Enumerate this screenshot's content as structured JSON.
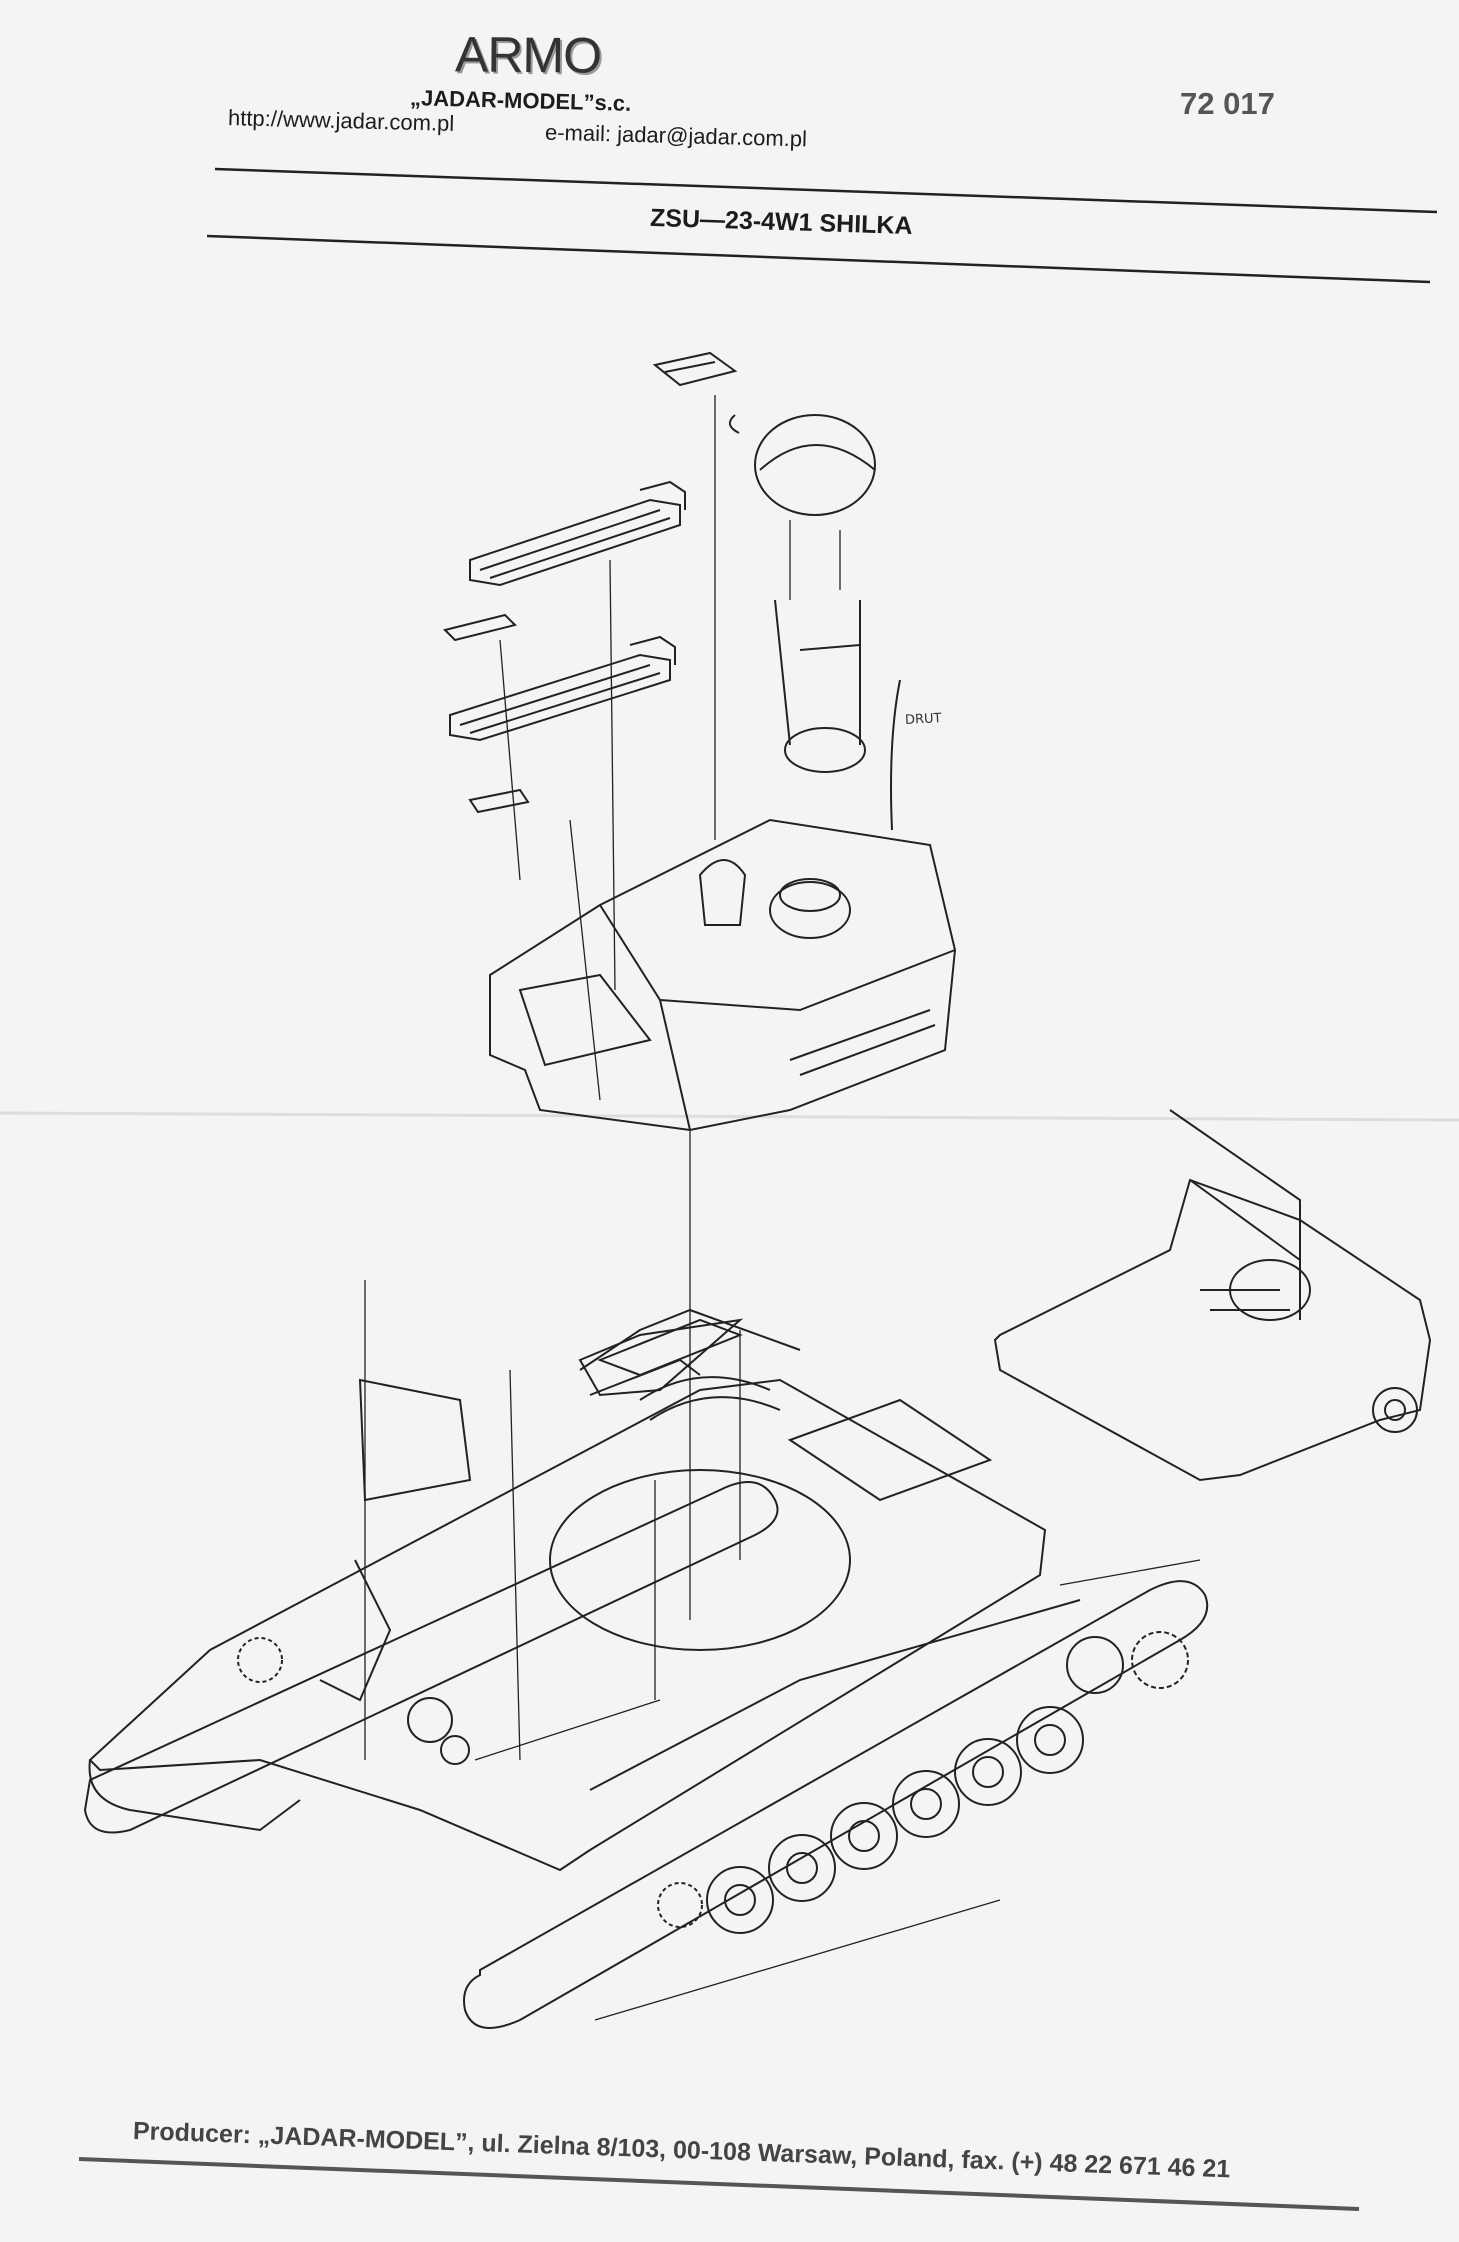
{
  "header": {
    "brand": "ARMO",
    "company": "„JADAR-MODEL”s.c.",
    "website": "http://www.jadar.com.pl",
    "email": "e-mail: jadar@jadar.com.pl",
    "kit_number": "72 017"
  },
  "title": "ZSU—23-4W1 SHILKA",
  "diagram": {
    "wire_label": "DRUT"
  },
  "footer": {
    "producer": "Producer: „JADAR-MODEL”, ul. Zielna 8/103, 00-108 Warsaw, Poland, fax. (+) 48 22 671 46 21"
  }
}
